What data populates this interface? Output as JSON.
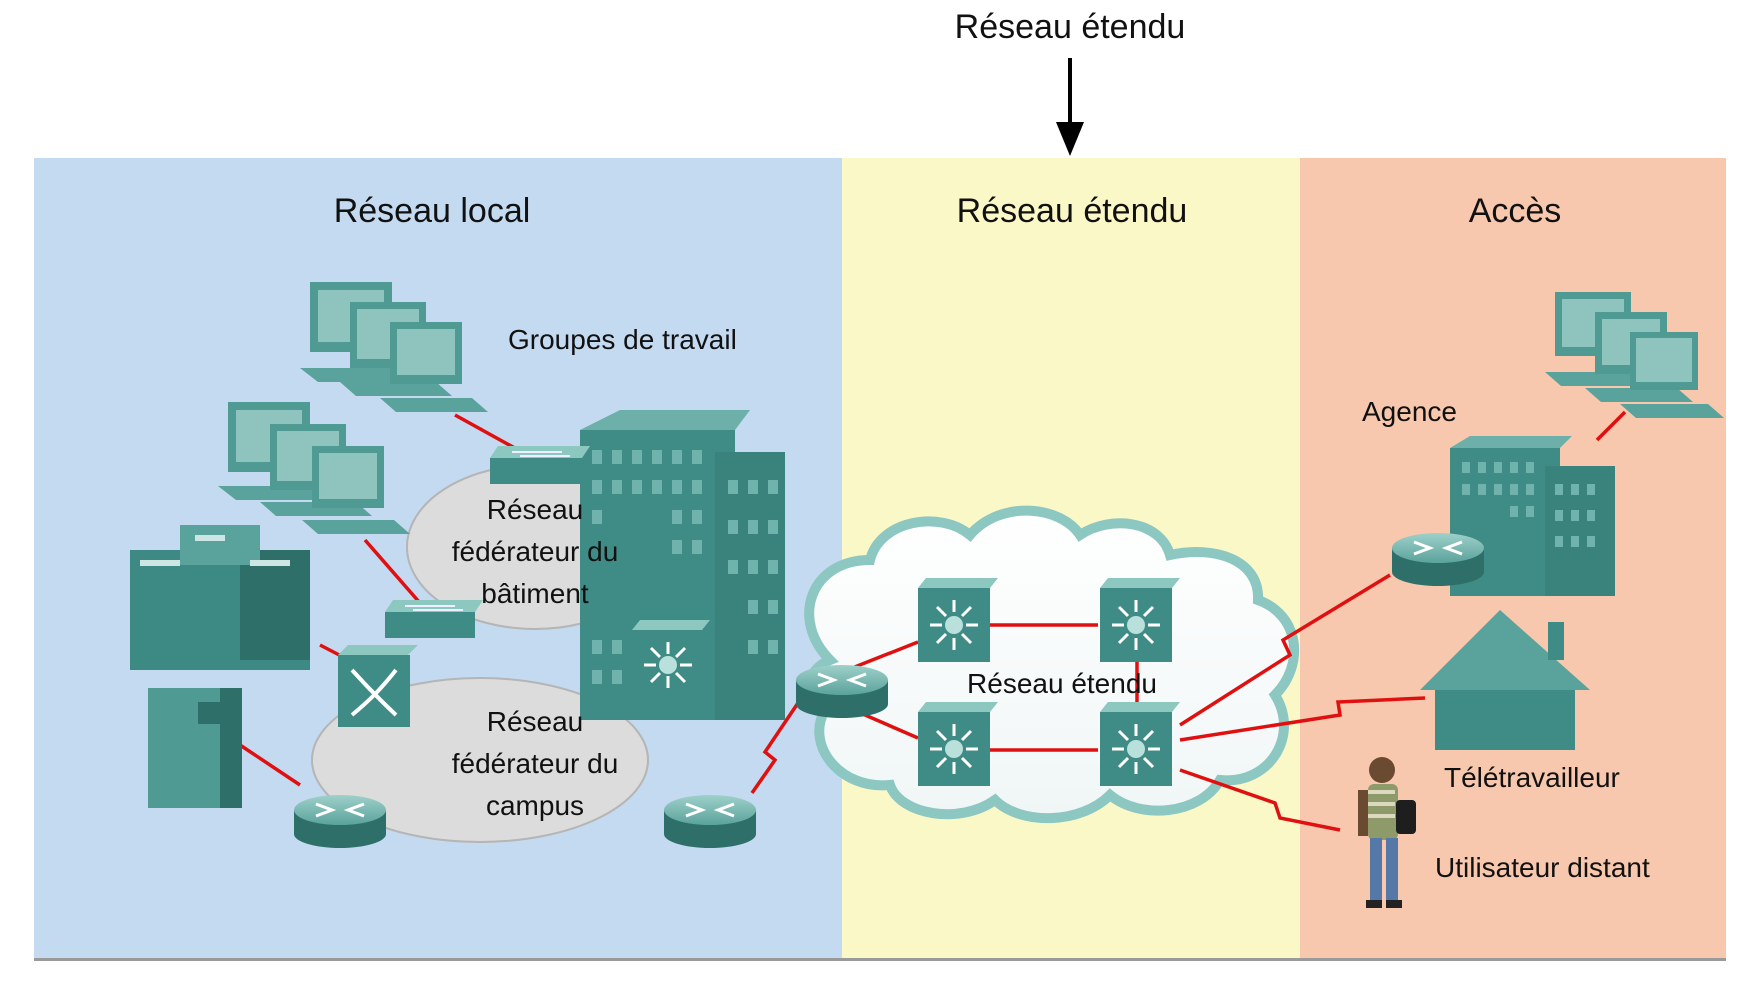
{
  "top_label": "Réseau étendu",
  "zones": {
    "lan": {
      "title": "Réseau local",
      "color": "#c3daf0"
    },
    "wan": {
      "title": "Réseau étendu",
      "color": "#fbf8c8"
    },
    "access": {
      "title": "Accès",
      "color": "#f7c8ad"
    }
  },
  "lan": {
    "workgroups": "Groupes de travail",
    "building_backbone": [
      "Réseau",
      "fédérateur du",
      "bâtiment"
    ],
    "campus_backbone": [
      "Réseau",
      "fédérateur du",
      "campus"
    ]
  },
  "wan": {
    "cloud_label": "Réseau étendu"
  },
  "access": {
    "branch": "Agence",
    "teleworker": "Télétravailleur",
    "remote_user": "Utilisateur distant"
  },
  "colors": {
    "link": "#e01010",
    "device": "#3f8c86",
    "device_light": "#76b5ae",
    "backbone_ellipse": "#dcdcdc"
  },
  "icons": [
    "computer-icon",
    "switch-icon",
    "multilayer-switch-icon",
    "router-icon",
    "atm-switch-icon",
    "server-icon",
    "building-icon",
    "house-icon",
    "person-icon",
    "cloud-icon",
    "arrow-down-icon"
  ]
}
